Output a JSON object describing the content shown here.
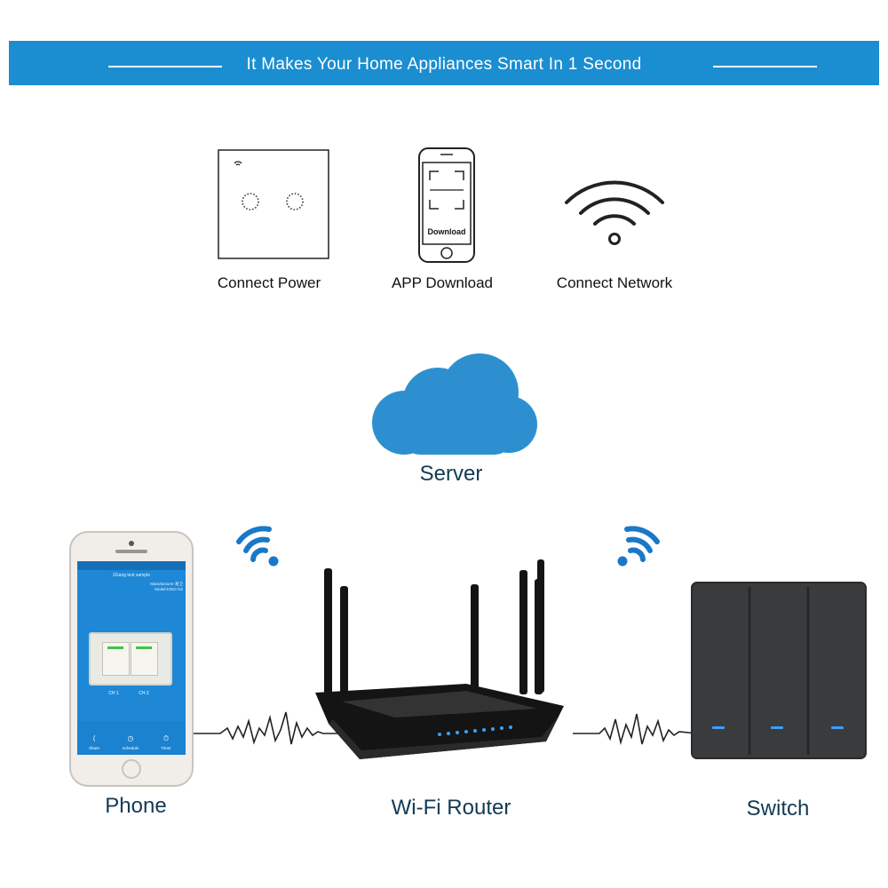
{
  "banner": {
    "title": "It Makes Your Home Appliances Smart In 1 Second"
  },
  "steps": [
    {
      "label": "Connect Power",
      "icon": "touch-switch-icon"
    },
    {
      "label": "APP Download",
      "icon": "phone-download-icon",
      "screen_text": "Download"
    },
    {
      "label": "Connect Network",
      "icon": "wifi-icon"
    }
  ],
  "diagram": {
    "server_label": "Server",
    "phone_label": "Phone",
    "router_label": "Wi-Fi Router",
    "switch_label": "Switch"
  },
  "phone_app": {
    "title": "2Gang test sample",
    "manufacturer": "Manufacturer:易卫",
    "model": "Model:KING-N2",
    "channels": [
      "CH 1",
      "CH 2"
    ],
    "bottom_nav": [
      "Share",
      "Schedule",
      "Timer"
    ]
  },
  "colors": {
    "accent_blue": "#1a8ed1",
    "cloud_blue": "#2e8fd0",
    "app_blue": "#1e88d6",
    "switch_dark": "#3a3b3d",
    "led_blue": "#3aa0ff"
  }
}
